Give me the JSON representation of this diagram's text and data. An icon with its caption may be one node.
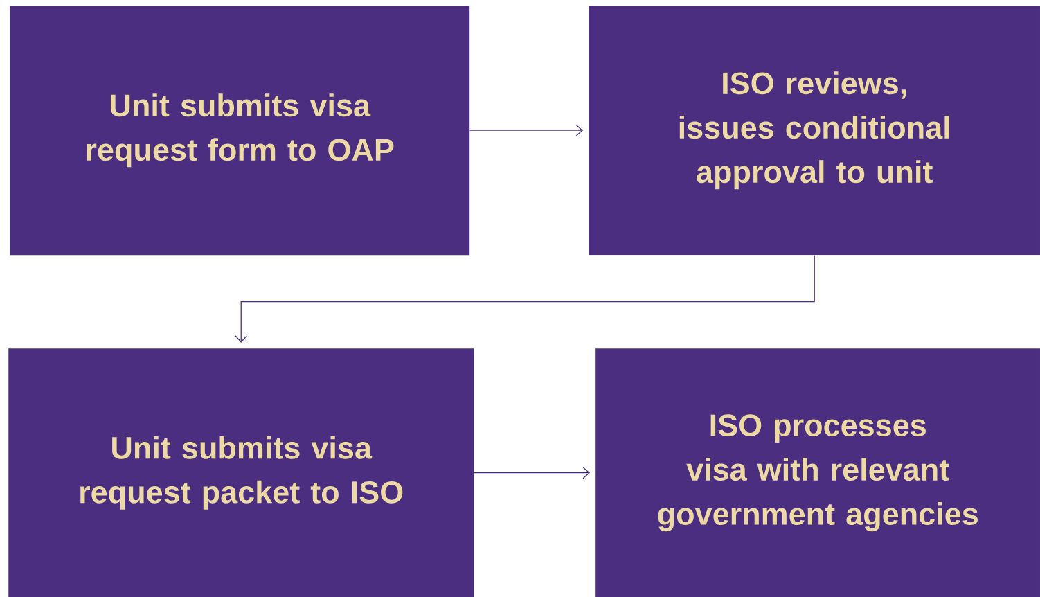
{
  "diagram": {
    "nodes": [
      {
        "text": [
          "Unit submits visa request form to OAP"
        ]
      },
      {
        "text": [
          "ISO reviews, issues conditional approval to unit"
        ]
      },
      {
        "text": [
          "Unit submits visa request packet to ISO"
        ]
      },
      {
        "text": [
          "ISO processes visa with relevant government agencies"
        ]
      }
    ],
    "edges": [
      {
        "from": 0,
        "to": 1,
        "arrow": "to"
      },
      {
        "from": 1,
        "to": 2,
        "arrow": "to"
      },
      {
        "from": 2,
        "to": 3,
        "arrow": "to"
      }
    ]
  }
}
